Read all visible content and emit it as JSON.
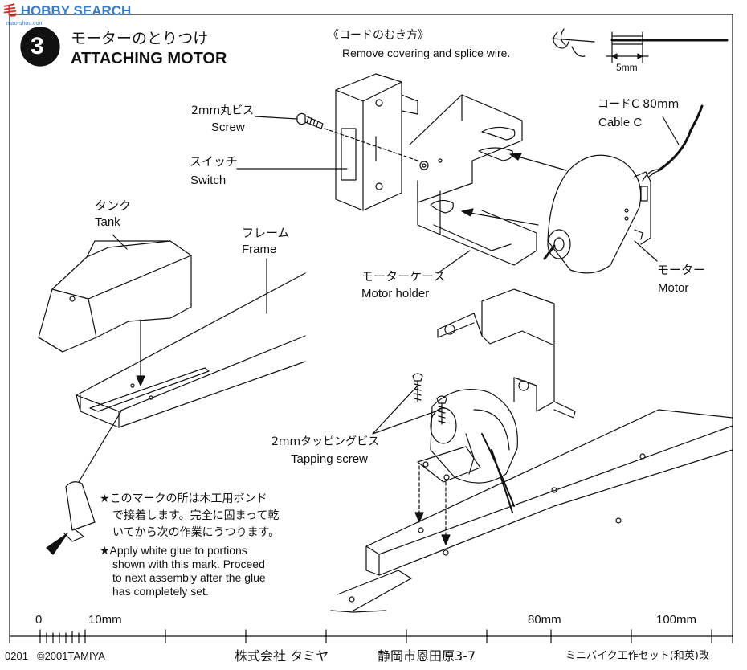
{
  "watermark": {
    "text": "HOBBY SEARCH",
    "sub_text": "mao-shou.com",
    "red_glyphs": "毛"
  },
  "step": {
    "number": "3",
    "title_jp": "モーターのとりつけ",
    "title_en": "ATTACHING MOTOR"
  },
  "wire_note": {
    "title_jp": "《コードのむき方》",
    "text_en": "Remove covering and splice wire.",
    "dimension": "5mm"
  },
  "labels": {
    "screw_jp": "2mm丸ビス",
    "screw_en": "Screw",
    "switch_jp": "スイッチ",
    "switch_en": "Switch",
    "cable_jp": "コードC 80mm",
    "cable_en": "Cable C",
    "tank_jp": "タンク",
    "tank_en": "Tank",
    "frame_jp": "フレーム",
    "frame_en": "Frame",
    "holder_jp": "モーターケース",
    "holder_en": "Motor holder",
    "motor_jp": "モーター",
    "motor_en": "Motor",
    "tapping_jp": "2mmタッピングビス",
    "tapping_en": "Tapping screw"
  },
  "notes": {
    "glue_jp_1": "★このマークの所は木工用ボンド",
    "glue_jp_2": "で接着します。完全に固まって乾",
    "glue_jp_3": "いてから次の作業にうつります。",
    "glue_en_1": "★Apply white glue to portions",
    "glue_en_2": "shown with this mark. Proceed",
    "glue_en_3": "to next assembly after the glue",
    "glue_en_4": "has completely set."
  },
  "ruler": {
    "label_0": "0",
    "label_10": "10mm",
    "label_80": "80mm",
    "label_100": "100mm"
  },
  "footer": {
    "code": "0201",
    "copyright": "©2001TAMIYA",
    "company": "株式会社 タミヤ",
    "address": "静岡市恩田原3-7",
    "product": "ミニバイク工作セット(和英)改"
  },
  "colors": {
    "ink": "#111111",
    "watermark_blue": "#3a7cc4",
    "watermark_red": "#d8322a"
  }
}
